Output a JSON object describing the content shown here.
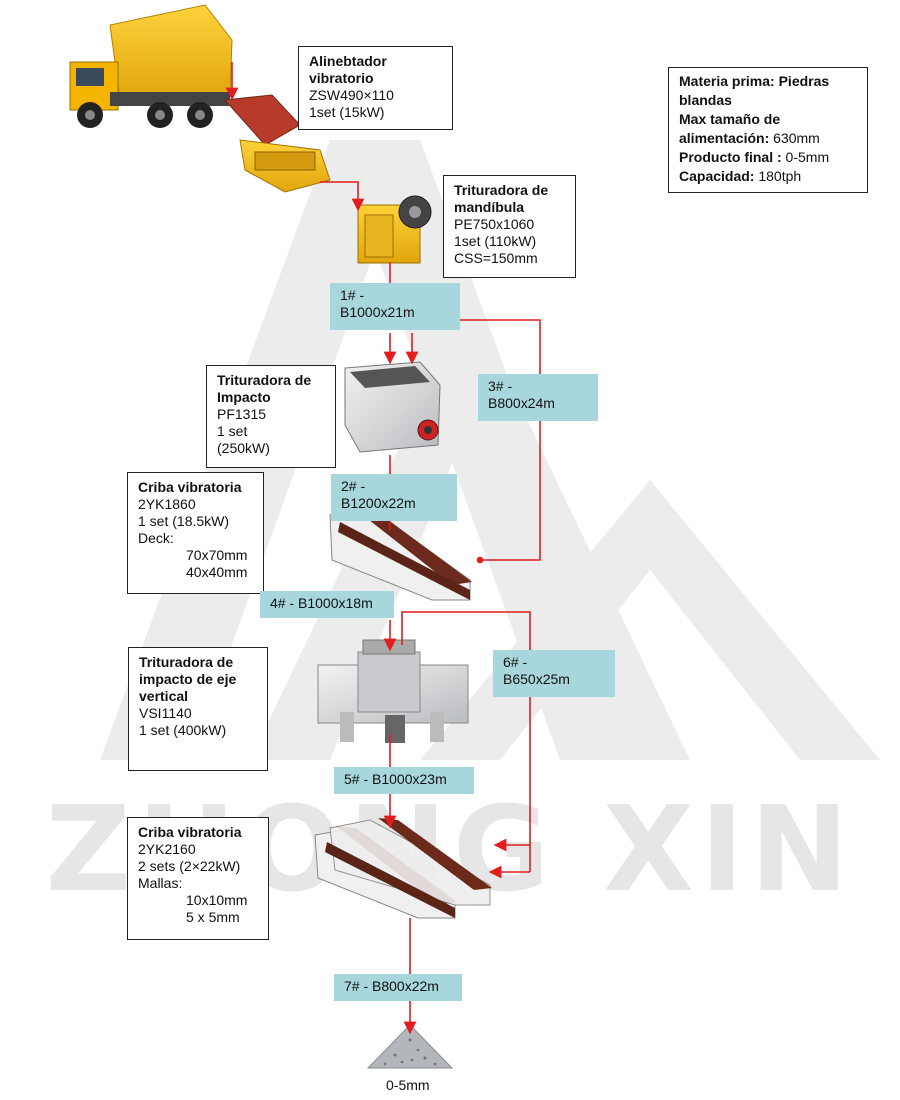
{
  "watermark": {
    "text": "ZHONG XIN",
    "color": "#e9e9e9"
  },
  "colors": {
    "flow_line": "#e11d1d",
    "belt_fill": "#a7d7dc",
    "steel": "#6b2a1c"
  },
  "info": {
    "lines": [
      {
        "bold": "Materia prima: Piedras blandas",
        "normal": ""
      },
      {
        "bold": "Max tamaño de alimentación:",
        "normal": " 630mm"
      },
      {
        "bold": "Producto final :",
        "normal": " 0-5mm"
      },
      {
        "bold": "Capacidad:",
        "normal": "   180tph"
      }
    ]
  },
  "equipment": {
    "feeder": {
      "title": "Alinebtador vibratorio",
      "lines": [
        "ZSW490×110",
        "1set  (15kW)"
      ],
      "icon": "vibrating-feeder-icon"
    },
    "jaw": {
      "title": "Trituradora de mandíbula",
      "lines": [
        "PE750x1060",
        "1set  (110kW)",
        "CSS=150mm"
      ],
      "icon": "jaw-crusher-icon"
    },
    "impact": {
      "title": "Trituradora de Impacto",
      "lines": [
        "PF1315",
        "1 set",
        "(250kW)"
      ],
      "icon": "impact-crusher-icon"
    },
    "screen1": {
      "title": "Criba vibratoria",
      "lines": [
        "2YK1860",
        "1 set  (18.5kW)",
        "Deck:"
      ],
      "sizes": [
        "70x70mm",
        "40x40mm"
      ],
      "icon": "vibrating-screen-icon"
    },
    "vsi": {
      "title": "Trituradora de impacto de eje vertical",
      "lines": [
        "VSI1140",
        "1 set (400kW)"
      ],
      "icon": "vsi-crusher-icon"
    },
    "screen2": {
      "title": "Criba vibratoria",
      "lines": [
        "2YK2160",
        "2 sets  (2×22kW)",
        "Mallas:"
      ],
      "sizes": [
        "10x10mm",
        "5 x 5mm"
      ],
      "icon": "vibrating-screen-icon"
    }
  },
  "belts": {
    "b1": {
      "num": "1# -",
      "spec": "B1000x21m"
    },
    "b2": {
      "num": "2# -",
      "spec": "B1200x22m"
    },
    "b3": {
      "num": "3# -",
      "spec": "B800x24m"
    },
    "b4": {
      "label": "4# - B1000x18m"
    },
    "b5": {
      "label": "5# - B1000x23m"
    },
    "b6": {
      "num": "6# -",
      "spec": "B650x25m"
    },
    "b7": {
      "label": "7# - B800x22m"
    }
  },
  "product": {
    "label": "0-5mm",
    "icon": "sand-pile-icon"
  },
  "truck": {
    "icon": "dump-truck-icon"
  }
}
